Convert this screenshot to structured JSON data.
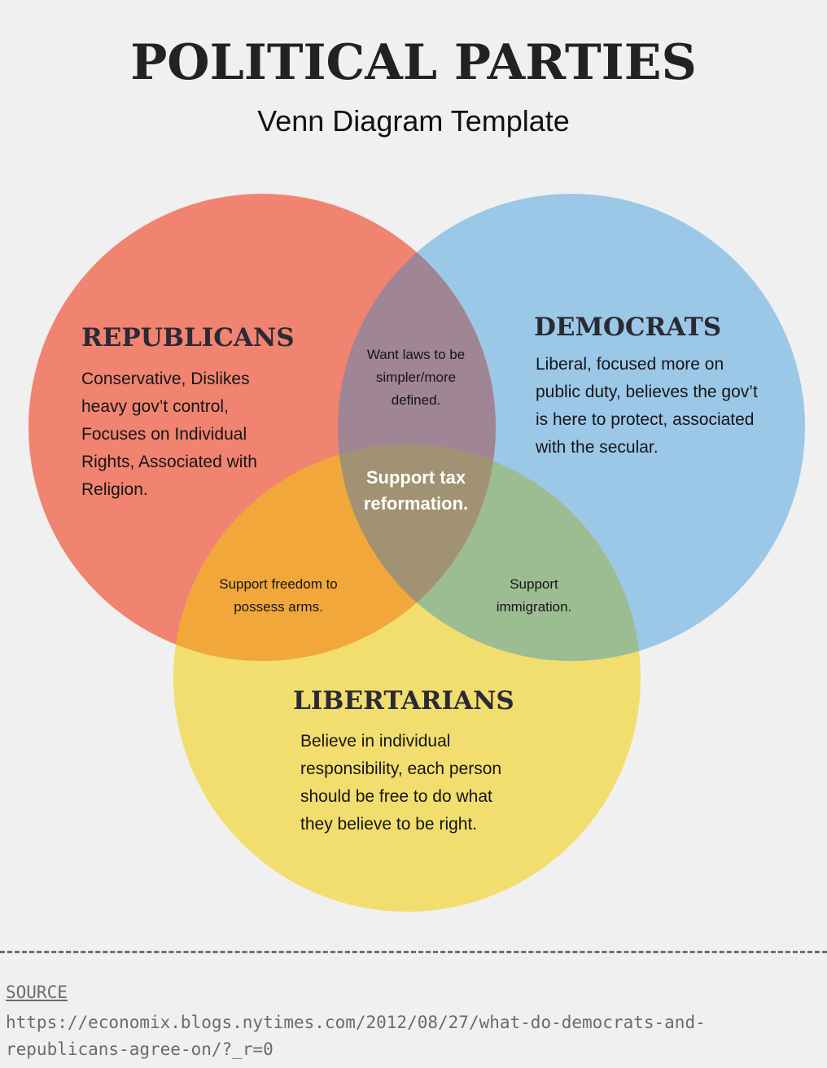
{
  "title": "POLITICAL PARTIES",
  "subtitle": "Venn Diagram Template",
  "colors": {
    "republicans": "#f08470",
    "democrats": "#9cc8e8",
    "libertarians": "#f2de6e",
    "background": "#f0f0f0"
  },
  "sets": {
    "republicans": {
      "name": "REPUBLICANS",
      "description": "Conservative, Dislikes heavy gov’t control, Focuses on Individual Rights, Associated with Religion."
    },
    "democrats": {
      "name": "DEMOCRATS",
      "description": "Liberal, focused more on public duty, believes the gov’t is here to protect, associated with the secular."
    },
    "libertarians": {
      "name": "LIBERTARIANS",
      "description": "Believe in individual responsibility, each person should be free to do what they believe to be right."
    }
  },
  "overlaps": {
    "republicans_democrats": "Want laws to be simpler/more defined.",
    "republicans_libertarians": "Support freedom to possess arms.",
    "democrats_libertarians": "Support immigration.",
    "all": "Support tax reformation."
  },
  "source": {
    "label": "SOURCE",
    "url": "https://economix.blogs.nytimes.com/2012/08/27/what-do-democrats-and-republicans-agree-on/?_r=0"
  }
}
